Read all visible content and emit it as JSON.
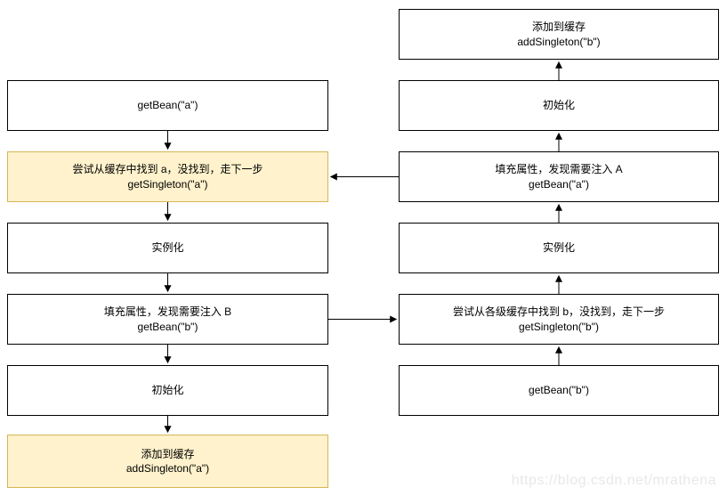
{
  "colors": {
    "canvas_bg": "#ffffff",
    "box_fill": "#ffffff",
    "box_border": "#000000",
    "highlight_fill": "#fff2cc",
    "highlight_border": "#d6b656",
    "text_color": "#000000",
    "watermark_color": "#e8e8e8"
  },
  "watermark": {
    "text": "https://blog.csdn.net/mrathena"
  },
  "left_column": {
    "boxes": [
      {
        "lines": [
          "getBean(\"a\")"
        ],
        "highlight": false
      },
      {
        "lines": [
          "尝试从缓存中找到 a，没找到，走下一步",
          "getSingleton(\"a\")"
        ],
        "highlight": true
      },
      {
        "lines": [
          "实例化"
        ],
        "highlight": false
      },
      {
        "lines": [
          "填充属性，发现需要注入 B",
          "getBean(\"b\")"
        ],
        "highlight": false
      },
      {
        "lines": [
          "初始化"
        ],
        "highlight": false
      },
      {
        "lines": [
          "添加到缓存",
          "addSingleton(\"a\")"
        ],
        "highlight": true
      }
    ]
  },
  "right_column": {
    "boxes": [
      {
        "lines": [
          "添加到缓存",
          "addSingleton(\"b\")"
        ],
        "highlight": false
      },
      {
        "lines": [
          "初始化"
        ],
        "highlight": false
      },
      {
        "lines": [
          "填充属性，发现需要注入 A",
          "getBean(\"a\")"
        ],
        "highlight": false
      },
      {
        "lines": [
          "实例化"
        ],
        "highlight": false
      },
      {
        "lines": [
          "尝试从各级缓存中找到 b，没找到，走下一步",
          "getSingleton(\"b\")"
        ],
        "highlight": false
      },
      {
        "lines": [
          "getBean(\"b\")"
        ],
        "highlight": false
      }
    ]
  }
}
